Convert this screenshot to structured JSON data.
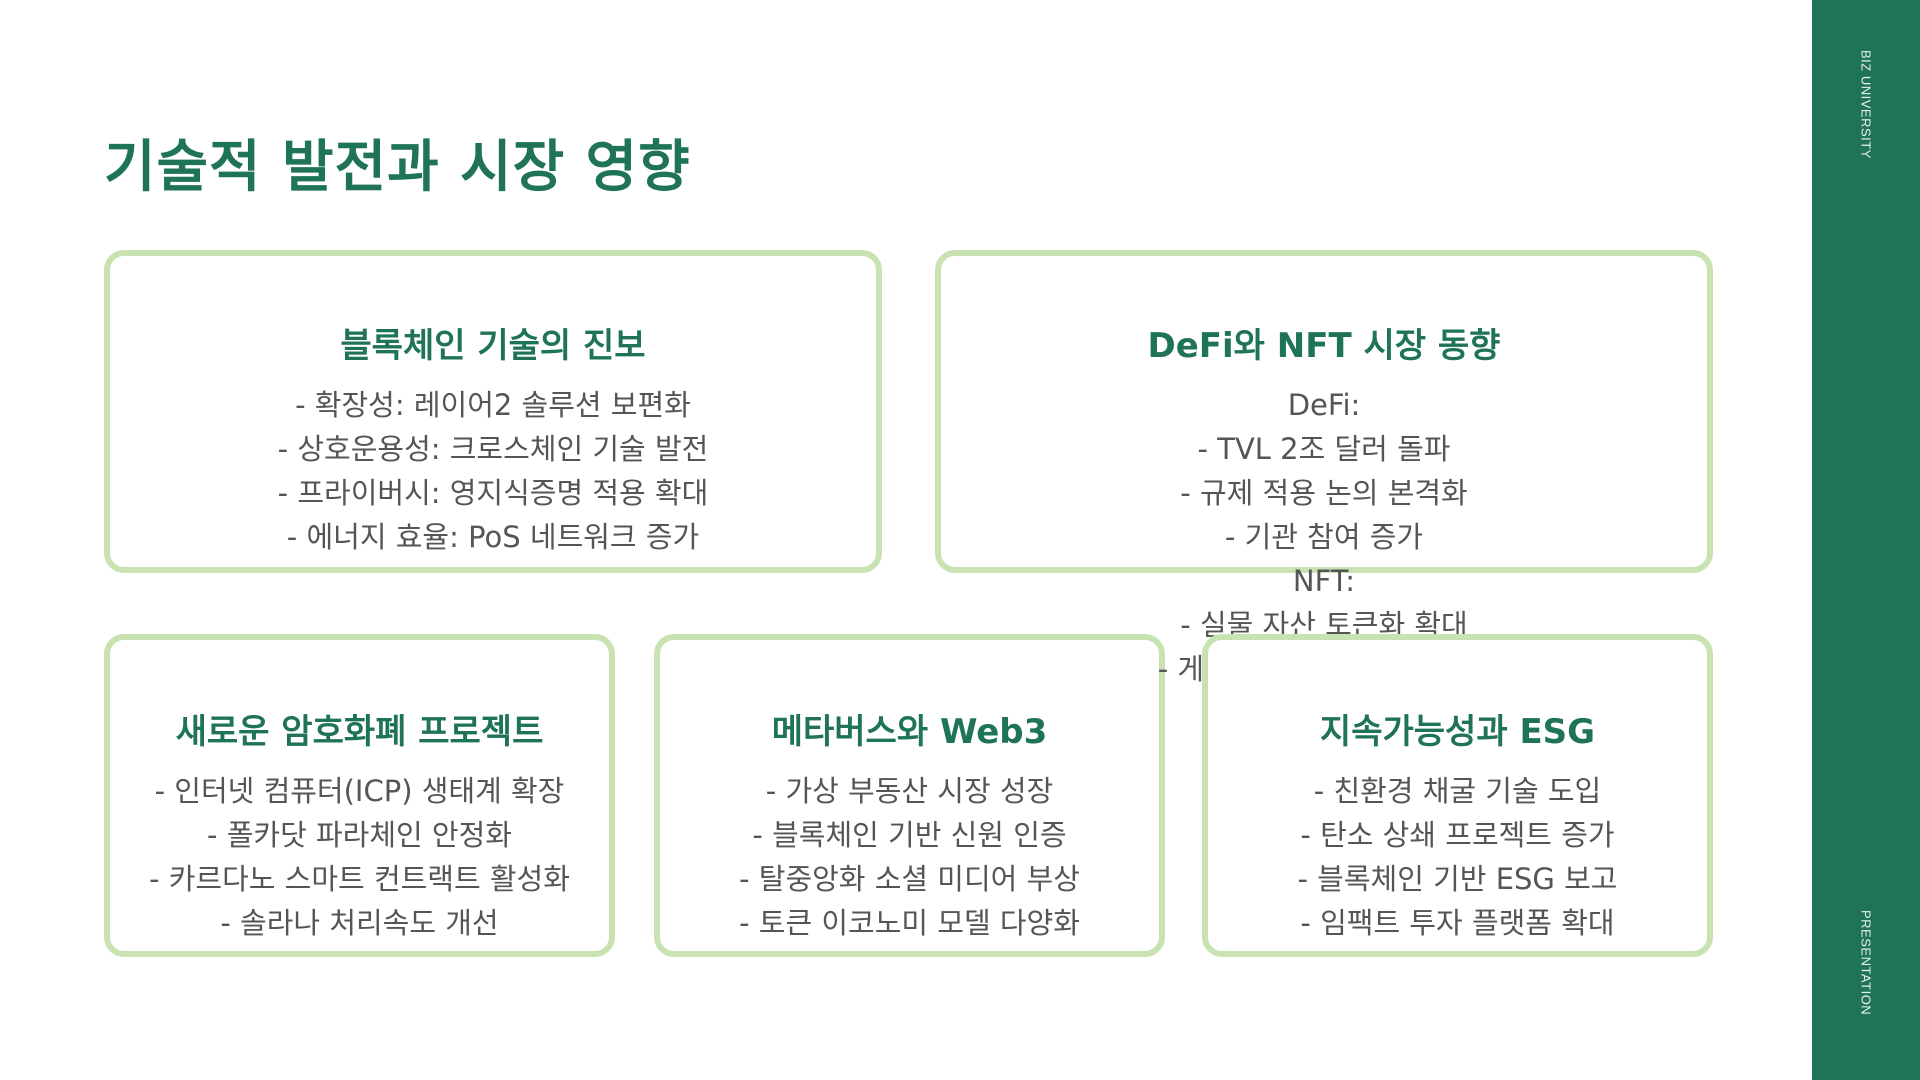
{
  "slide": {
    "title": "기술적 발전과 시장 영향"
  },
  "cards": [
    {
      "heading": "블록체인 기술의 진보",
      "lines": [
        "- 확장성: 레이어2 솔루션 보편화",
        "- 상호운용성: 크로스체인 기술 발전",
        "- 프라이버시: 영지식증명 적용 확대",
        "- 에너지 효율: PoS 네트워크 증가"
      ]
    },
    {
      "heading": "DeFi와 NFT 시장 동향",
      "lines": [
        "DeFi:",
        "- TVL 2조 달러 돌파",
        "- 규제 적용 논의 본격화",
        "- 기관 참여 증가",
        "NFT:",
        "- 실물 자산 토큰화 확대",
        "- 게임, 예술 분야 성장 지속"
      ]
    },
    {
      "heading": "새로운 암호화폐 프로젝트",
      "lines": [
        "- 인터넷 컴퓨터(ICP) 생태계 확장",
        "- 폴카닷 파라체인 안정화",
        "- 카르다노 스마트 컨트랙트 활성화",
        "- 솔라나 처리속도 개선"
      ]
    },
    {
      "heading": "메타버스와 Web3",
      "lines": [
        "- 가상 부동산 시장 성장",
        "- 블록체인 기반 신원 인증",
        "- 탈중앙화 소셜 미디어 부상",
        "- 토큰 이코노미 모델 다양화"
      ]
    },
    {
      "heading": "지속가능성과 ESG",
      "lines": [
        "- 친환경 채굴 기술 도입",
        "- 탄소 상쇄 프로젝트 증가",
        "- 블록체인 기반 ESG 보고",
        "- 임팩트 투자 플랫폼 확대"
      ]
    }
  ],
  "sidebar": {
    "top_label": "BIZ UNIVERSITY",
    "bottom_label": "PRESENTATION"
  },
  "colors": {
    "accent": "#1f7356",
    "card_border": "#c9e2b1",
    "body_text": "#555555"
  }
}
